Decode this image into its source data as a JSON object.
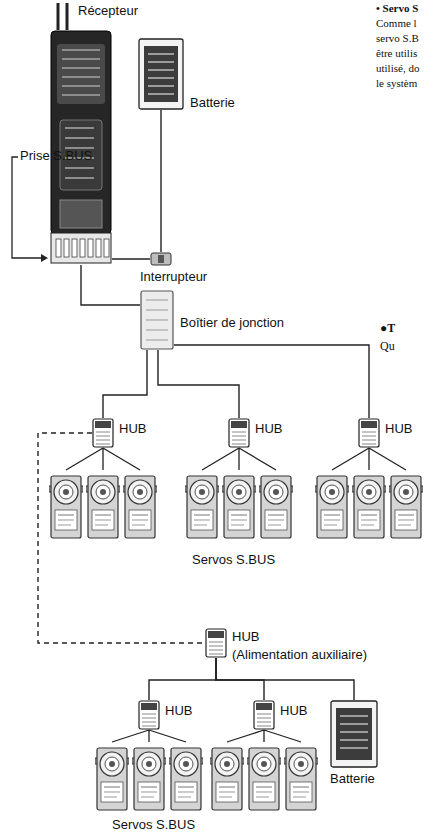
{
  "diagram": {
    "nodes": [
      {
        "text": [
          "Récepteur"
        ]
      },
      {
        "text": [
          "Batterie"
        ]
      },
      {
        "text": [
          "Interrupteur"
        ]
      },
      {
        "text": [
          "Boîtier de jonction"
        ]
      },
      {
        "text": [
          "HUB"
        ]
      },
      {
        "text": [
          "HUB"
        ]
      },
      {
        "text": [
          "HUB"
        ]
      },
      {
        "text": [
          "HUB",
          "(Alimentation auxiliaire)"
        ]
      },
      {
        "text": [
          "HUB"
        ]
      },
      {
        "text": [
          "HUB"
        ]
      },
      {
        "text": [
          "Batterie"
        ]
      }
    ],
    "edges": [
      {
        "from": 2,
        "to": 0,
        "arrow": "none"
      },
      {
        "from": 1,
        "to": 2,
        "arrow": "none"
      },
      {
        "from": 0,
        "to": 3,
        "arrow": "none"
      },
      {
        "from": 3,
        "to": 4,
        "arrow": "none"
      },
      {
        "from": 3,
        "to": 5,
        "arrow": "none"
      },
      {
        "from": 3,
        "to": 6,
        "arrow": "none"
      },
      {
        "from": 4,
        "to": 7,
        "arrow": "none"
      },
      {
        "from": 7,
        "to": 8,
        "arrow": "none"
      },
      {
        "from": 7,
        "to": 9,
        "arrow": "none"
      },
      {
        "from": 7,
        "to": 10,
        "arrow": "none"
      }
    ],
    "labels": [
      "Prise S.BUS",
      "Servos S.BUS",
      "Servos S.BUS",
      "• Servo S",
      "Comme l",
      "servo S.B",
      "être utilis",
      "utilisé, do",
      "le systèm",
      "●T",
      "Qu"
    ]
  }
}
